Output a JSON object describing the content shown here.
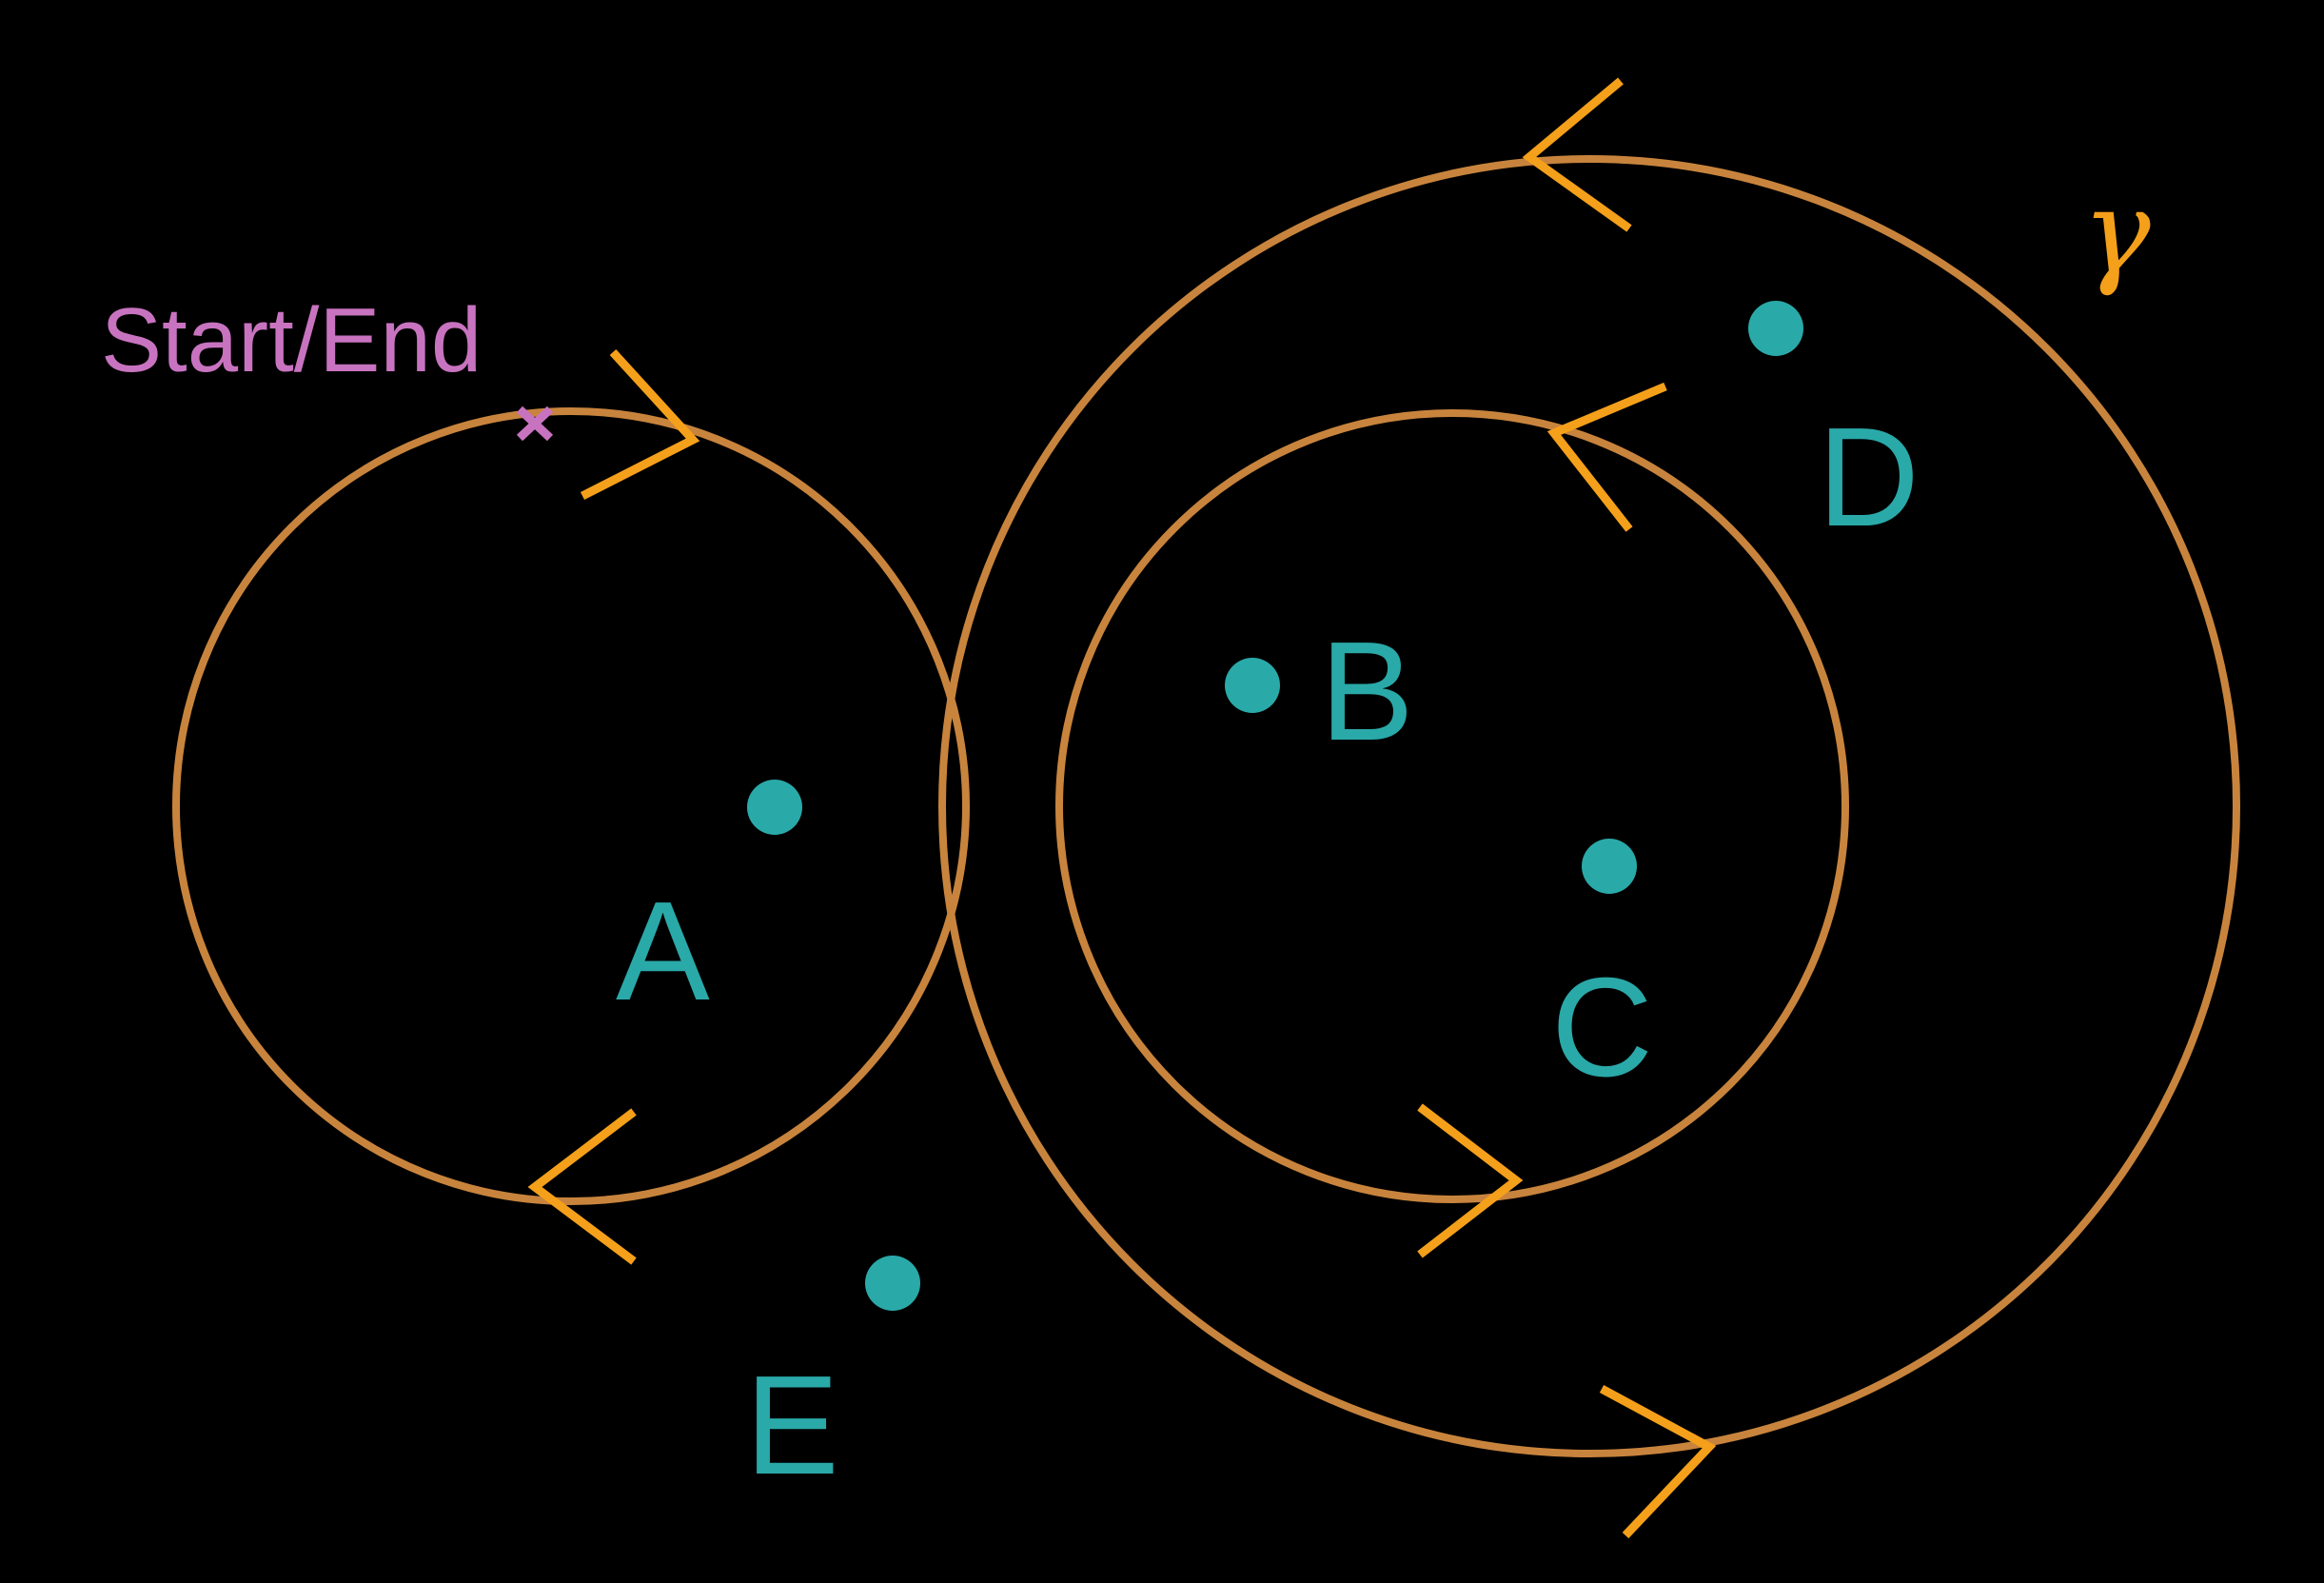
{
  "colors": {
    "background": "#000000",
    "curve": "#c8843d",
    "arrow": "#f5a01a",
    "point": "#2aa9a9",
    "start_marker": "#c873c0",
    "gamma": "#f5a01a"
  },
  "curve_label": "γ",
  "start_marker": {
    "label": "Start/End",
    "icon": "x-mark-icon"
  },
  "points": [
    {
      "name": "A",
      "label": "A"
    },
    {
      "name": "B",
      "label": "B"
    },
    {
      "name": "C",
      "label": "C"
    },
    {
      "name": "D",
      "label": "D"
    },
    {
      "name": "E",
      "label": "E"
    }
  ]
}
